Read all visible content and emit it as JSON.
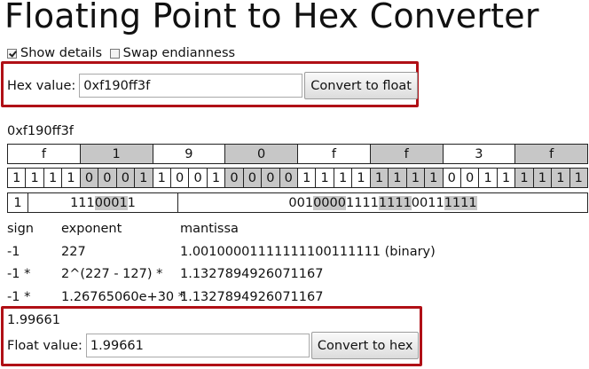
{
  "title": "Floating Point to Hex Converter",
  "options": {
    "show_details": "Show details",
    "swap_endianness": "Swap endianness"
  },
  "hex_input": {
    "label": "Hex value:",
    "value": "0xf190ff3f",
    "button": "Convert to float"
  },
  "hex_display": "0xf190ff3f",
  "nibbles": [
    {
      "v": "f",
      "g": false
    },
    {
      "v": "1",
      "g": true
    },
    {
      "v": "9",
      "g": false
    },
    {
      "v": "0",
      "g": true
    },
    {
      "v": "f",
      "g": false
    },
    {
      "v": "f",
      "g": true
    },
    {
      "v": "3",
      "g": false
    },
    {
      "v": "f",
      "g": true
    }
  ],
  "bits": [
    "1",
    "1",
    "1",
    "1",
    "0",
    "0",
    "0",
    "1",
    "1",
    "0",
    "0",
    "1",
    "0",
    "0",
    "0",
    "0",
    "1",
    "1",
    "1",
    "1",
    "1",
    "1",
    "1",
    "1",
    "0",
    "0",
    "1",
    "1",
    "1",
    "1",
    "1",
    "1"
  ],
  "fields": {
    "sign": "1",
    "exponent_parts": [
      {
        "t": "111",
        "h": false
      },
      {
        "t": "0001",
        "h": true
      },
      {
        "t": "1",
        "h": false
      }
    ],
    "mantissa_parts": [
      {
        "t": "001",
        "h": false
      },
      {
        "t": "0000",
        "h": true
      },
      {
        "t": "1111",
        "h": false
      },
      {
        "t": "1111",
        "h": true
      },
      {
        "t": "0011",
        "h": false
      },
      {
        "t": "1111",
        "h": true
      }
    ]
  },
  "calc_rows": [
    [
      "sign",
      "exponent",
      "mantissa"
    ],
    [
      "-1",
      "227",
      "1.00100001111111100111111 (binary)"
    ],
    [
      "-1 *",
      "2^(227 - 127) *",
      "1.1327894926071167"
    ],
    [
      "-1 *",
      "1.26765060e+30 *",
      "1.1327894926071167"
    ]
  ],
  "float_result": "1.99661",
  "float_input": {
    "label": "Float value:",
    "value": "1.99661",
    "button": "Convert to hex"
  }
}
